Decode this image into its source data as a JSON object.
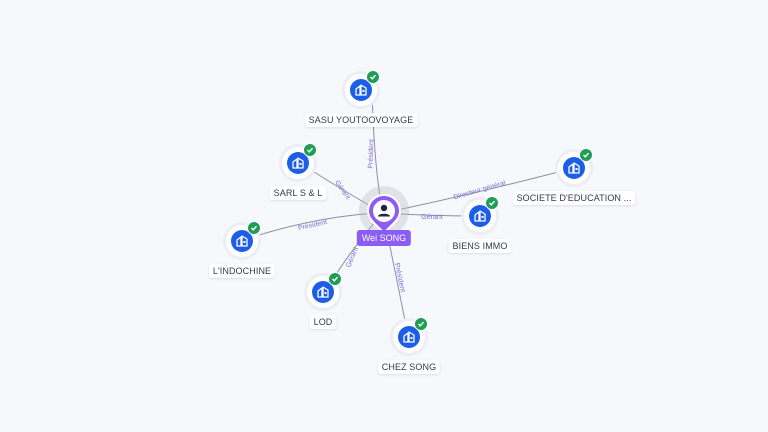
{
  "center": {
    "name": "Wei SONG",
    "icon": "person-icon"
  },
  "companies": [
    {
      "label": "SASU YOUTOOVOYAGE",
      "relation": "Président",
      "icon": "building-icon",
      "verified": true
    },
    {
      "label": "SARL S & L",
      "relation": "Gérant",
      "icon": "building-icon",
      "verified": true
    },
    {
      "label": "L'INDOCHINE",
      "relation": "Président",
      "icon": "building-icon",
      "verified": true
    },
    {
      "label": "LOD",
      "relation": "Gérant",
      "icon": "building-icon",
      "verified": true
    },
    {
      "label": "CHEZ SONG",
      "relation": "Président",
      "icon": "building-icon",
      "verified": true
    },
    {
      "label": "BIENS IMMO",
      "relation": "Gérant",
      "icon": "building-icon",
      "verified": true
    },
    {
      "label": "SOCIETE D'EDUCATION ...",
      "relation": "Directeur général",
      "icon": "building-icon",
      "verified": true
    }
  ],
  "colors": {
    "edge": "#8a8fa3",
    "edge_label": "#7b6fd6",
    "company_icon_bg": "#1d5ee8",
    "verified_badge": "#1f9d57",
    "person_pin": "#8b5cf6"
  }
}
